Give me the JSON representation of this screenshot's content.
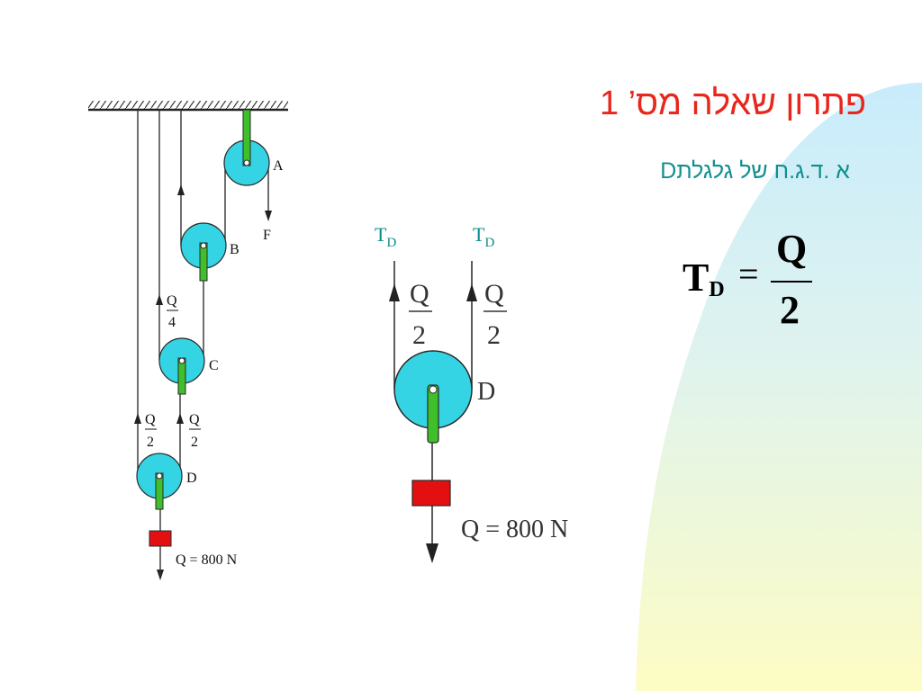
{
  "slide": {
    "title": "פתרון שאלה מס’ 1",
    "subtitle": "א .ד.ג.ח של גלגלתD"
  },
  "left_diagram": {
    "pulley_a": "A",
    "pulley_b": "B",
    "pulley_c": "C",
    "pulley_d": "D",
    "force_f": "F",
    "tension_c": {
      "num": "Q",
      "den": "4"
    },
    "tension_d_left": {
      "num": "Q",
      "den": "2"
    },
    "tension_d_right": {
      "num": "Q",
      "den": "2"
    },
    "load": "Q = 800 N"
  },
  "free_body": {
    "tension_left": {
      "symbol": "T",
      "sub": "D"
    },
    "tension_right": {
      "symbol": "T",
      "sub": "D"
    },
    "frac_left": {
      "num": "Q",
      "den": "2"
    },
    "frac_right": {
      "num": "Q",
      "den": "2"
    },
    "pulley": "D",
    "load": "Q = 800 N"
  },
  "formula": {
    "lhs_symbol": "T",
    "lhs_sub": "D",
    "eq": "=",
    "num": "Q",
    "den": "2"
  },
  "colors": {
    "pulley": "#35d4e4",
    "axle": "#3fbf2a",
    "load": "#e21010",
    "title": "#e8261c",
    "subtitle": "#118f8f",
    "tension_label": "#0b8b8b",
    "bg_blue": "#c8ecfc",
    "bg_yellow": "#fdfcc4"
  }
}
